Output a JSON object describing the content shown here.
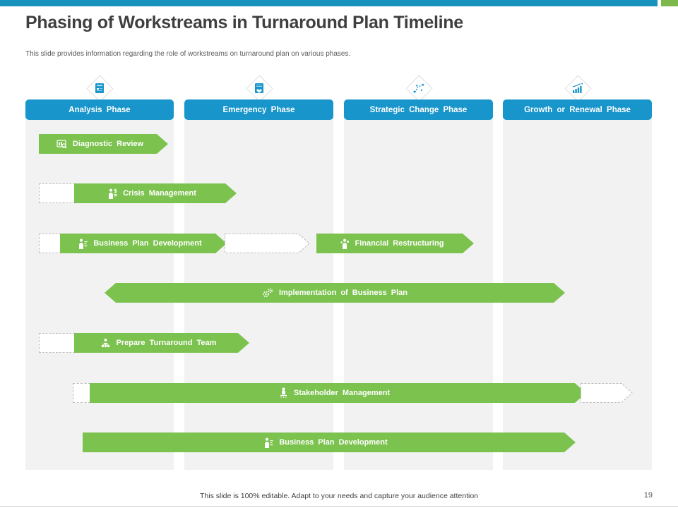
{
  "slide": {
    "title": "Phasing of Workstreams in Turnaround Plan Timeline",
    "subtitle": "This slide provides information regarding the role of workstreams on turnaround plan on various phases.",
    "footer_note": "This slide is 100% editable.  Adapt to your needs and capture your audience attention",
    "page_number": "19"
  },
  "colors": {
    "top_bar_teal": "#1793bd",
    "top_square_green": "#7cb84c",
    "phase_header_blue": "#1895ca",
    "workstream_green": "#7cc24e",
    "column_gray": "#f2f2f3",
    "title_text": "#3f3f3f"
  },
  "phases": [
    {
      "label": "Analysis Phase",
      "icon": "analysis-report-icon"
    },
    {
      "label": "Emergency Phase",
      "icon": "emergency-document-icon"
    },
    {
      "label": "Strategic Change Phase",
      "icon": "strategy-path-icon"
    },
    {
      "label": "Growth or Renewal Phase",
      "icon": "growth-chart-icon"
    }
  ],
  "workstreams": [
    {
      "label": "Diagnostic Review",
      "icon": "magnifier-board-icon"
    },
    {
      "label": "Crisis Management",
      "icon": "person-dollar-icon"
    },
    {
      "label": "Business Plan Development",
      "icon": "person-chart-icon"
    },
    {
      "label": "Financial Restructuring",
      "icon": "person-money-icon"
    },
    {
      "label": "Implementation of Business Plan",
      "icon": "gears-icon"
    },
    {
      "label": "Prepare Turnaround Team",
      "icon": "team-structure-icon"
    },
    {
      "label": "Stakeholder Management",
      "icon": "person-podium-icon"
    },
    {
      "label": "Business Plan Development",
      "icon": "person-chart-icon"
    }
  ]
}
